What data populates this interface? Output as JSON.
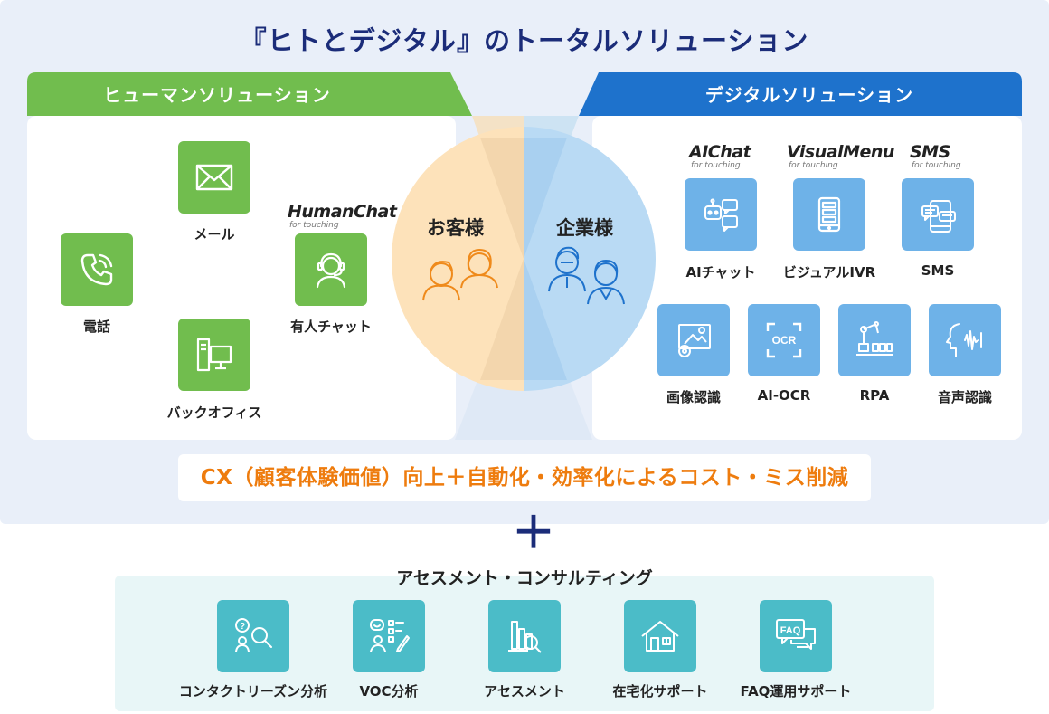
{
  "title": "『ヒトとデジタル』のトータルソリューション",
  "colors": {
    "navy": "#1b2c79",
    "green": "#71bd4e",
    "blue": "#1e72cc",
    "orange": "#ee7c0e",
    "teal": "#4bbcc8"
  },
  "human": {
    "label": "ヒューマンソリューション",
    "items": [
      {
        "label": "電話",
        "icon": "phone-icon"
      },
      {
        "label": "メール",
        "icon": "mail-icon"
      },
      {
        "label": "バックオフィス",
        "icon": "office-pc-icon"
      },
      {
        "label": "有人チャット",
        "icon": "headset-operator-icon",
        "brand": "HumanChat",
        "brand_sub": "for touching"
      }
    ]
  },
  "center": {
    "customer": "お客様",
    "company": "企業様"
  },
  "digital": {
    "label": "デジタルソリューション",
    "items": [
      {
        "label": "AIチャット",
        "icon": "ai-chat-icon",
        "brand": "AIChat",
        "brand_sub": "for touching"
      },
      {
        "label": "ビジュアルIVR",
        "icon": "visual-menu-icon",
        "brand": "VisualMenu",
        "brand_sub": "for touching"
      },
      {
        "label": "SMS",
        "icon": "sms-icon",
        "brand": "SMS",
        "brand_sub": "for touching"
      },
      {
        "label": "画像認識",
        "icon": "image-recognition-icon"
      },
      {
        "label": "AI-OCR",
        "icon": "ocr-icon",
        "icon_text": "OCR"
      },
      {
        "label": "RPA",
        "icon": "robot-arm-icon"
      },
      {
        "label": "音声認識",
        "icon": "voice-recognition-icon"
      }
    ]
  },
  "cx": "CX（顧客体験価値）向上＋自動化・効率化によるコスト・ミス削減",
  "plus": "＋",
  "assessment": {
    "title": "アセスメント・コンサルティング",
    "items": [
      {
        "label": "コンタクトリーズン分析",
        "icon": "contact-reason-icon",
        "icon_text": "?"
      },
      {
        "label": "VOC分析",
        "icon": "voc-analysis-icon"
      },
      {
        "label": "アセスメント",
        "icon": "assessment-chart-icon"
      },
      {
        "label": "在宅化サポート",
        "icon": "home-support-icon"
      },
      {
        "label": "FAQ運用サポート",
        "icon": "faq-icon",
        "icon_text": "FAQ"
      }
    ]
  }
}
